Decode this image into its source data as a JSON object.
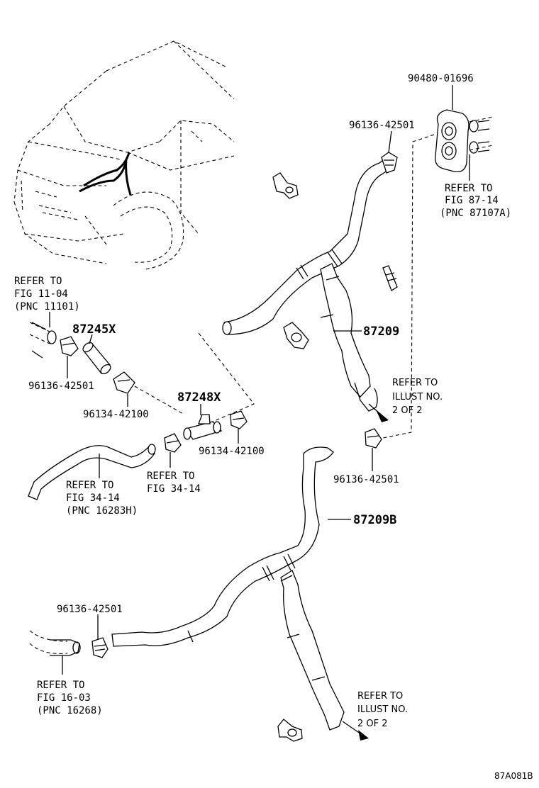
{
  "labels": {
    "grommet_part": "90480-01696",
    "clamp_top": "96136-42501",
    "refer_fig87_line1": "REFER TO",
    "refer_fig87_line2": "FIG 87-14",
    "refer_fig87_line3": "(PNC 87107A)",
    "refer_fig11_line1": "REFER TO",
    "refer_fig11_line2": "FIG 11-04",
    "refer_fig11_line3": "(PNC 11101)",
    "part_87245x": "87245X",
    "part_87209": "87209",
    "clamp_left": "96136-42501",
    "clamp_96134_left": "96134-42100",
    "part_87248x": "87248X",
    "clamp_96134_right": "96134-42100",
    "illust_top_line1": "REFER TO",
    "illust_top_line2": "ILLUST NO.",
    "illust_top_line3": "2 OF 2",
    "clamp_right_mid": "96136-42501",
    "refer_fig34a_line1": "REFER TO",
    "refer_fig34a_line2": "FIG 34-14",
    "refer_fig34a_line3": "(PNC 16283H)",
    "refer_fig34b_line1": "REFER TO",
    "refer_fig34b_line2": "FIG 34-14",
    "part_87209b": "87209B",
    "clamp_bottom": "96136-42501",
    "refer_fig16_line1": "REFER TO",
    "refer_fig16_line2": "FIG 16-03",
    "refer_fig16_line3": "(PNC 16268)",
    "illust_bottom_line1": "REFER TO",
    "illust_bottom_line2": "ILLUST NO.",
    "illust_bottom_line3": "2 OF 2",
    "figure_code": "87A081B"
  }
}
